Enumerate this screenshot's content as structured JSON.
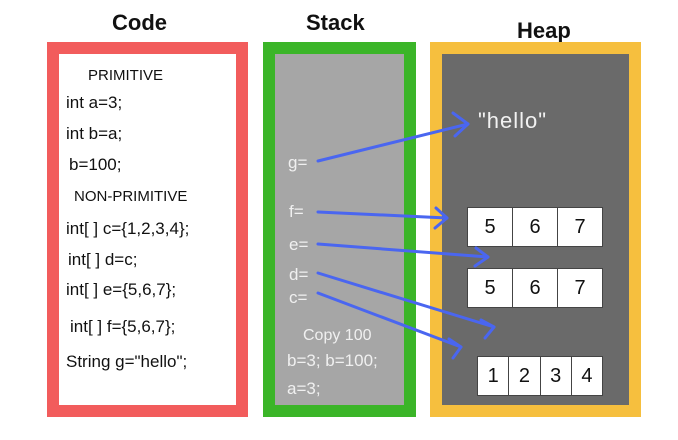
{
  "titles": {
    "code": "Code",
    "stack": "Stack",
    "heap": "Heap"
  },
  "code": {
    "primitive_header": "PRIMITIVE",
    "line1": "int a=3;",
    "line2": "int b=a;",
    "line3": "b=100;",
    "non_primitive_header": "NON-PRIMITIVE",
    "line4": "int[ ] c={1,2,3,4};",
    "line5": "int[ ] d=c;",
    "line6": "int[ ] e={5,6,7};",
    "line7": "int[ ] f={5,6,7};",
    "line8": "String g=\"hello\";"
  },
  "stack": {
    "g": "g=",
    "f": "f=",
    "e": "e=",
    "d": "d=",
    "c": "c=",
    "copy_note": "Copy 100",
    "values_line": "b=3; b=100;",
    "a_line": "a=3;"
  },
  "heap": {
    "string_value": "\"hello\"",
    "array_f": [
      "5",
      "6",
      "7"
    ],
    "array_e": [
      "5",
      "6",
      "7"
    ],
    "array_c": [
      "1",
      "2",
      "3",
      "4"
    ]
  },
  "colors": {
    "code_border": "#f25c5c",
    "stack_border": "#3bb528",
    "heap_border": "#f6bf3e",
    "arrow": "#4a66f0"
  }
}
